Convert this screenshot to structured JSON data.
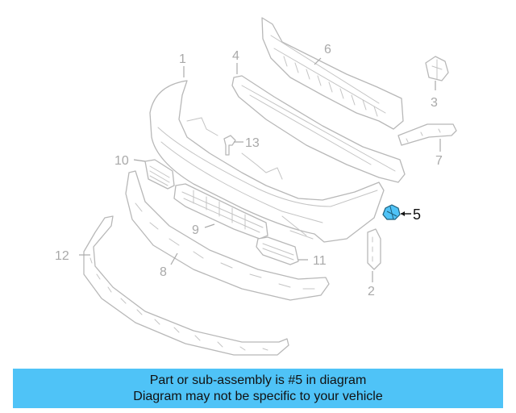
{
  "diagram": {
    "callouts": [
      {
        "id": "1",
        "label": "1"
      },
      {
        "id": "2",
        "label": "2"
      },
      {
        "id": "3",
        "label": "3"
      },
      {
        "id": "4",
        "label": "4"
      },
      {
        "id": "5",
        "label": "5"
      },
      {
        "id": "6",
        "label": "6"
      },
      {
        "id": "7",
        "label": "7"
      },
      {
        "id": "8",
        "label": "8"
      },
      {
        "id": "9",
        "label": "9"
      },
      {
        "id": "10",
        "label": "10"
      },
      {
        "id": "11",
        "label": "11"
      },
      {
        "id": "12",
        "label": "12"
      },
      {
        "id": "13",
        "label": "13"
      }
    ],
    "highlighted_part": "5",
    "colors": {
      "highlight": "#4fc3f7",
      "banner": "#4fc3f7",
      "linework": "#b8b8b8"
    }
  },
  "banner": {
    "line1": "Part or sub-assembly is #5 in diagram",
    "line2": "Diagram may not be specific to your vehicle"
  }
}
